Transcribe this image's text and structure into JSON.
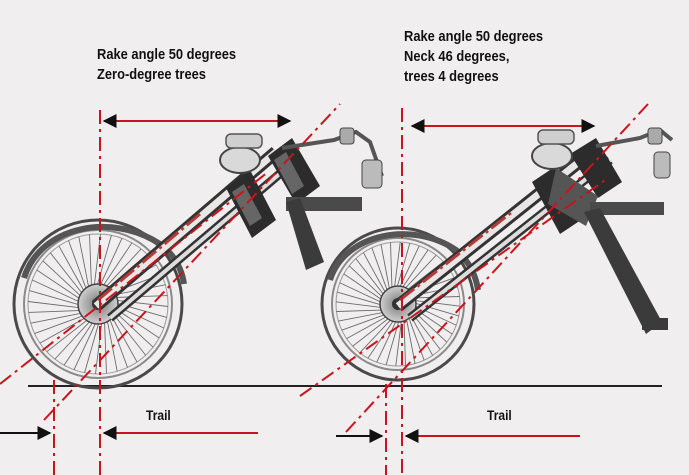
{
  "figure": {
    "colors": {
      "background": "#f1eeef",
      "reference_line": "#c8151b",
      "arrow": "#111111",
      "sketch": "#3a3a3a",
      "fork_slider": "#b23a3a",
      "clamp": "#2c2c2c"
    },
    "left_panel": {
      "caption": "Rake angle 50 degrees\nZero-degree trees",
      "trail_label": "Trail"
    },
    "right_panel": {
      "caption": "Rake angle 50 degrees\nNeck 46 degrees,\ntrees 4 degrees",
      "trail_label": "Trail"
    }
  }
}
